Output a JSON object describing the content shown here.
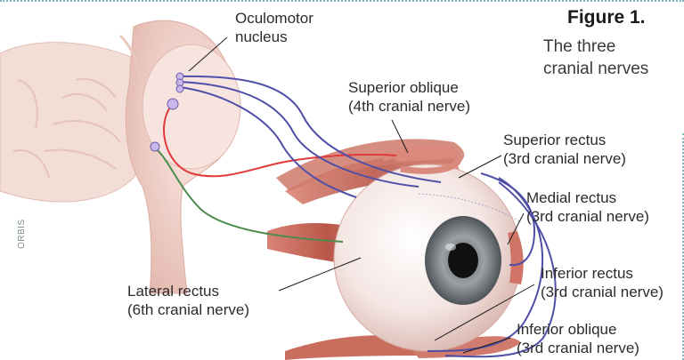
{
  "figure": {
    "title": "Figure 1.",
    "caption": "The three\ncranial nerves"
  },
  "credit": "ORBIS",
  "labels": {
    "oculomotor": "Oculomotor\nnucleus",
    "superior_oblique": "Superior oblique\n(4th cranial nerve)",
    "superior_rectus": "Superior rectus\n(3rd cranial nerve)",
    "medial_rectus": "Medial rectus\n(3rd cranial nerve)",
    "lateral_rectus": "Lateral rectus\n(6th cranial nerve)",
    "inferior_rectus": "Inferior rectus\n(3rd cranial nerve)",
    "inferior_oblique": "Inferior oblique\n(3rd cranial nerve)"
  },
  "colors": {
    "nerve_third": "#4f4fa8",
    "nerve_fourth": "#e03a3a",
    "nerve_sixth": "#4e8b4e",
    "muscle": "#c9685a",
    "brainstem": "#f1d6cf",
    "eye": "#f6ecea",
    "iris": "#8a8f93",
    "border": "#7fb6bd"
  }
}
